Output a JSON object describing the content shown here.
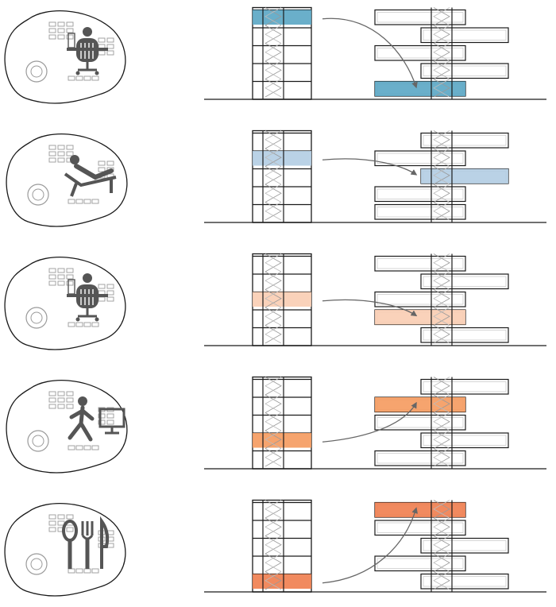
{
  "diagram": {
    "description_free": true,
    "palette": {
      "stroke": "#1a1a1a",
      "icon": "#555555",
      "furniture": "#9a9a9a",
      "arrow": "#666666",
      "background": "#ffffff"
    },
    "rows": [
      {
        "id": "office",
        "icon": "office-worker-icon",
        "highlight": "#5aa6c4",
        "source_floor": 0,
        "target_floor": 4
      },
      {
        "id": "lounge",
        "icon": "relaxing-lounge-icon",
        "highlight": "#b2cde3",
        "source_floor": 1,
        "target_floor": 2
      },
      {
        "id": "meeting",
        "icon": "meeting-desk-icon",
        "highlight": "#f9cdb2",
        "source_floor": 2,
        "target_floor": 3
      },
      {
        "id": "fitness",
        "icon": "running-screen-icon",
        "highlight": "#f59a5e",
        "source_floor": 3,
        "target_floor": 1
      },
      {
        "id": "dining",
        "icon": "cutlery-icon",
        "highlight": "#f07d4e",
        "source_floor": 4,
        "target_floor": 0
      }
    ],
    "tower_floors": 5,
    "target_floor_offsets": [
      -1,
      1,
      -1,
      1,
      -1
    ]
  }
}
